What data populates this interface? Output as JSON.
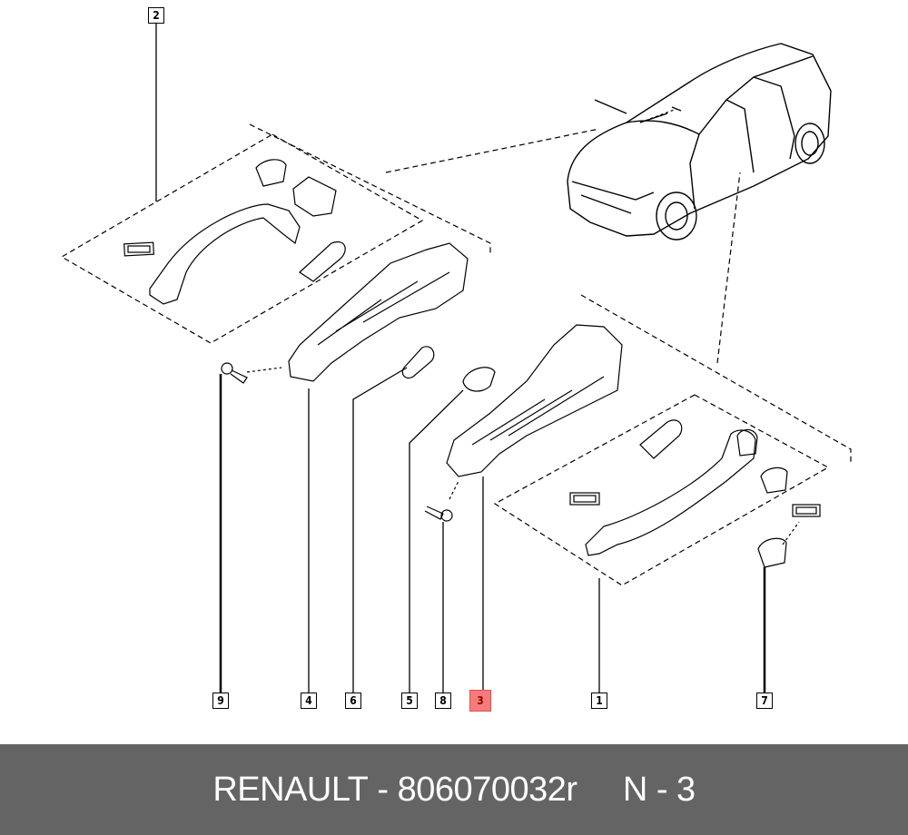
{
  "callouts": {
    "c2": "2",
    "c9": "9",
    "c4": "4",
    "c6": "6",
    "c5": "5",
    "c8": "8",
    "c3": "3",
    "c1": "1",
    "c7": "7"
  },
  "highlight_color": "#f47c7c",
  "footer": {
    "brand": "RENAULT",
    "separator": " - ",
    "part_number": "806070032r",
    "gap": "     ",
    "position": "N - 3"
  }
}
